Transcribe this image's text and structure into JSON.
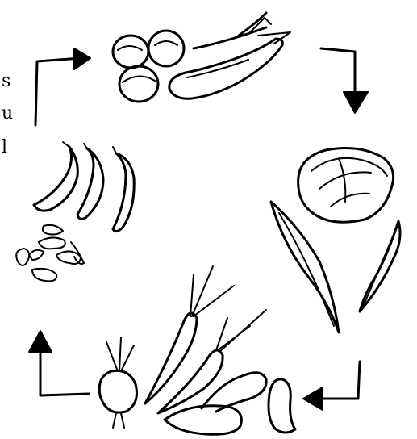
{
  "edge_letters": [
    "s",
    "u",
    "l"
  ],
  "figure": {
    "stages": [
      {
        "name": "legumes-and-eggplant"
      },
      {
        "name": "cabbage-and-leaves"
      },
      {
        "name": "roots-and-tubers"
      },
      {
        "name": "beans"
      }
    ],
    "ink_color": "#000000",
    "background_color": "#ffffff"
  }
}
